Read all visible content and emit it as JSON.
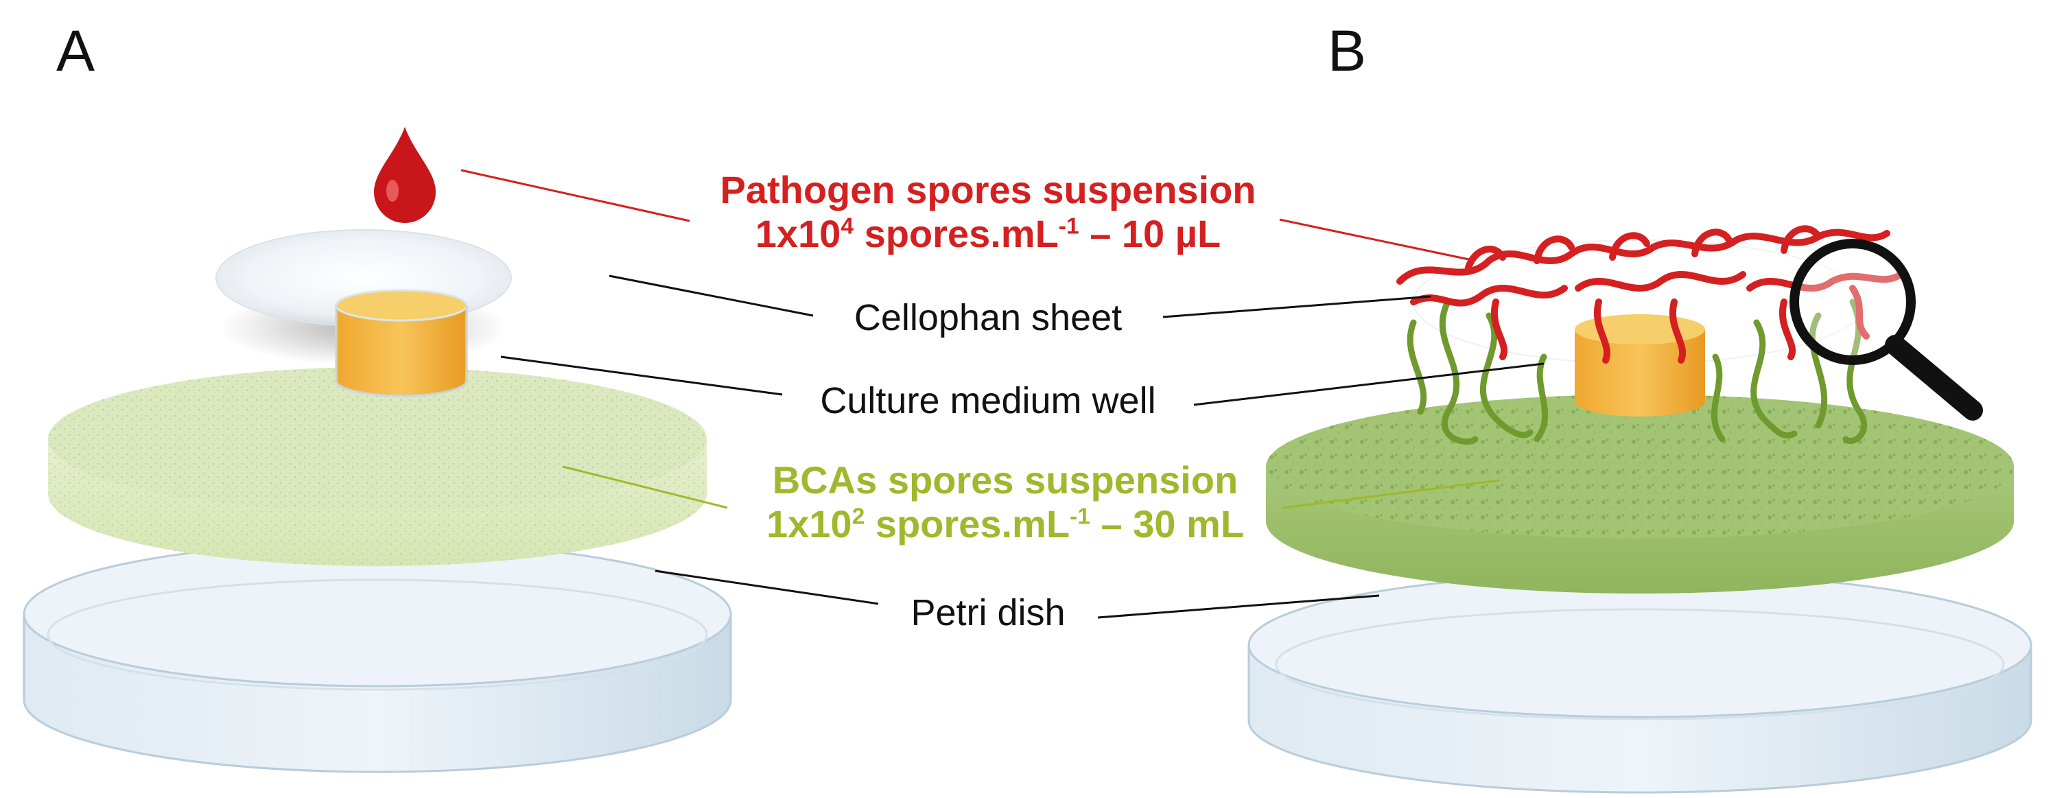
{
  "panels": {
    "a": "A",
    "b": "B"
  },
  "labels": {
    "pathogen": {
      "line1": "Pathogen spores suspension",
      "l2_pre": "1x10",
      "l2_exp": "4",
      "l2_mid": " spores.mL",
      "l2_exp2": "-1",
      "l2_post": " – 10 µL"
    },
    "cellophan": "Cellophan sheet",
    "culture": "Culture medium well",
    "bcas": {
      "line1": "BCAs spores suspension",
      "l2_pre": "1x10",
      "l2_exp": "2",
      "l2_mid": " spores.mL",
      "l2_exp2": "-1",
      "l2_post": " – 30 mL"
    },
    "petri": "Petri dish"
  },
  "colors": {
    "pathogen": "#d42020",
    "bca": "#9fb82c",
    "text": "#111111"
  },
  "icons": [
    "blood-drop-icon",
    "magnifier-icon"
  ]
}
